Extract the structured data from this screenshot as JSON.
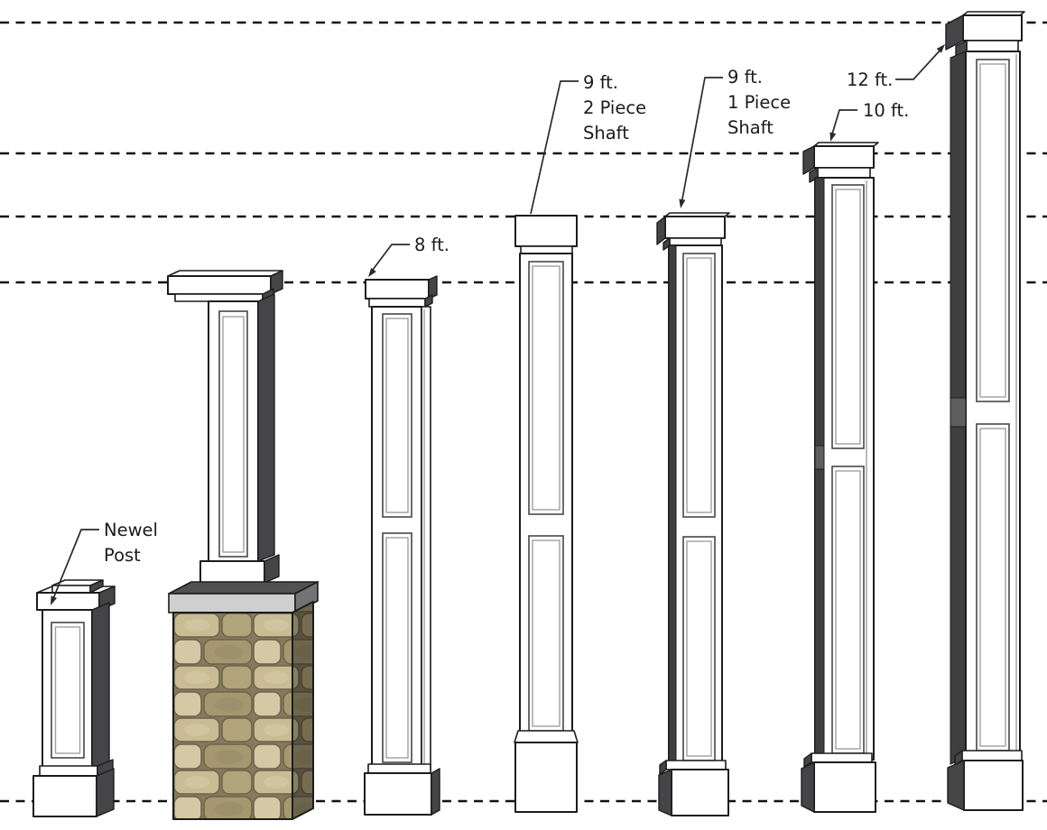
{
  "diagram": {
    "labels": {
      "newel": [
        "Newel",
        "Post"
      ],
      "eight": "8 ft.",
      "nine_two": [
        "9 ft.",
        "2 Piece",
        "Shaft"
      ],
      "nine_one": [
        "9 ft.",
        "1 Piece",
        "Shaft"
      ],
      "ten": "10 ft.",
      "twelve": "12 ft."
    },
    "columns": [
      {
        "name": "newel-post",
        "label": "Newel Post"
      },
      {
        "name": "column-on-stone-pedestal",
        "label": ""
      },
      {
        "name": "column-8ft",
        "label": "8 ft."
      },
      {
        "name": "column-9ft-2-piece-shaft",
        "label": "9 ft. 2 Piece Shaft"
      },
      {
        "name": "column-9ft-1-piece-shaft",
        "label": "9 ft. 1 Piece Shaft"
      },
      {
        "name": "column-10ft",
        "label": "10 ft."
      },
      {
        "name": "column-12ft",
        "label": "12 ft."
      }
    ],
    "guide_lines": {
      "count": 5,
      "style": "dashed"
    },
    "colors": {
      "background": "#ffffff",
      "line": "#1c1c1c",
      "shade_dark": "#454547",
      "slab_gray": "#cfcfcf",
      "slab_top": "#515153",
      "stone_tan": "#c9bc94",
      "stone_grout": "#857a5f",
      "label_text": "#1b1b1b"
    }
  }
}
